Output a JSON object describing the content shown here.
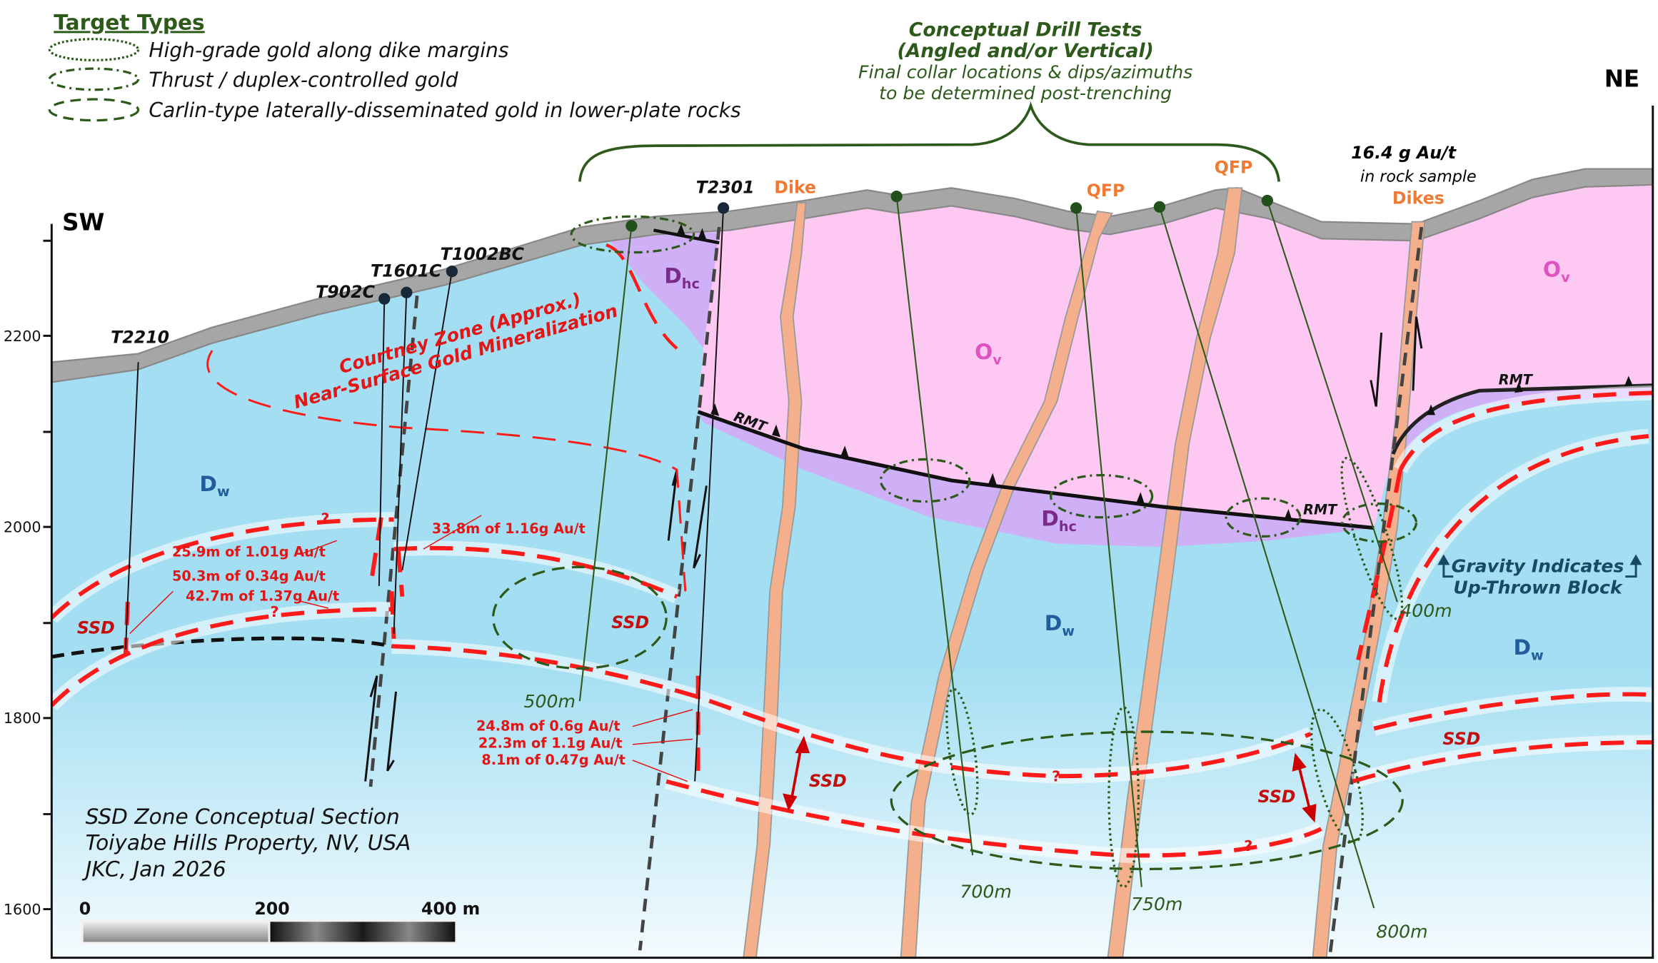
{
  "legend": {
    "title": "Target Types",
    "items": [
      {
        "label": "High-grade gold along dike margins",
        "style": "dotted"
      },
      {
        "label": "Thrust / duplex-controlled gold",
        "style": "dash-dot"
      },
      {
        "label": "Carlin-type laterally-disseminated gold in lower-plate rocks",
        "style": "dashed"
      }
    ]
  },
  "drill_tests": {
    "title": [
      "Conceptual Drill Tests",
      "(Angled and/or Vertical)"
    ],
    "note": [
      "Final collar locations & dips/azimuths",
      "to be determined post-trenching"
    ]
  },
  "directions": {
    "left": "SW",
    "right": "NE"
  },
  "axis": {
    "ticks": [
      "2200",
      "2000",
      "1800",
      "1600"
    ]
  },
  "holes": [
    "T2210",
    "T902C",
    "T1601C",
    "T1002BC",
    "T2301"
  ],
  "units": {
    "dhc": {
      "main": "D",
      "sub": "hc"
    },
    "ov": {
      "main": "O",
      "sub": "v"
    },
    "dw": {
      "main": "D",
      "sub": "w"
    }
  },
  "intrusives": {
    "dike": "Dike",
    "qfp1": "QFP",
    "qfp2": "QFP",
    "dikes": "Dikes"
  },
  "sample": {
    "value": "16.4 g Au/t",
    "note": "in rock sample"
  },
  "courtney": [
    "Courtney Zone (Approx.)",
    "Near-Surface Gold Mineralization"
  ],
  "intercepts": [
    "33.8m of 1.16g Au/t",
    "25.9m of 1.01g Au/t",
    "50.3m of 0.34g Au/t",
    "42.7m of 1.37g Au/t",
    "24.8m of 0.6g Au/t",
    "22.3m of 1.1g Au/t",
    "8.1m of 0.47g Au/t"
  ],
  "ssd_label": "SSD",
  "rmt_label": "RMT",
  "query": "?",
  "depths": [
    "500m",
    "700m",
    "750m",
    "800m",
    "400m"
  ],
  "gravity": [
    "Gravity Indicates",
    "Up-Thrown Block"
  ],
  "caption": [
    "SSD Zone Conceptual Section",
    "Toiyabe Hills Property, NV, USA",
    "JKC, Jan 2026"
  ],
  "scale": {
    "labels": [
      "0",
      "200",
      "400 m"
    ]
  },
  "colors": {
    "ssd": "#ff1a1a",
    "target": "#2d5a1b",
    "dw": "#a3def2",
    "ov": "#fdc8f2",
    "dhc": "#cfb0f7",
    "dike": "#f4b08c",
    "surface": "#a6a6a6"
  }
}
